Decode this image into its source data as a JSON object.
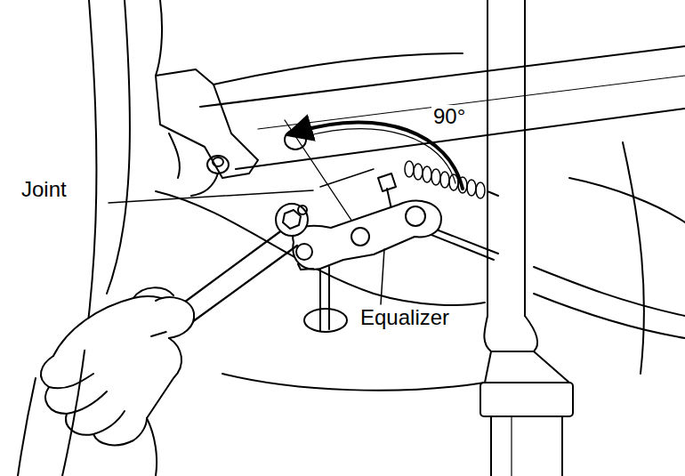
{
  "diagram": {
    "labels": [
      "Joint",
      "90°",
      "Equalizer"
    ]
  }
}
